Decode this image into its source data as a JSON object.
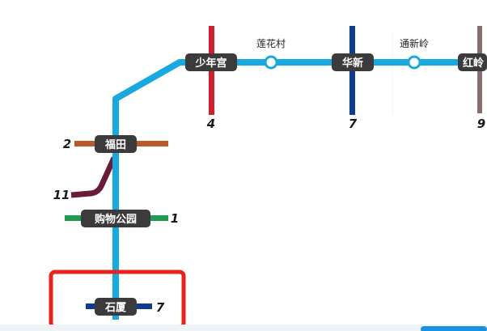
{
  "colors": {
    "main_line": "#18a9e0",
    "line_1": "#1f9a4e",
    "line_2": "#b85a2c",
    "line_4": "#d0202e",
    "line_7": "#0f3c8c",
    "line_9": "#8a6d6d",
    "line_11": "#6a1a3a",
    "label_bg": "#3b3b3b",
    "highlight": "#e8231c",
    "bottom_bar": "#eef3f8",
    "bottom_accent": "#1e8fe0"
  },
  "stations": {
    "shaoniangong": "少年宫",
    "lianhuacun": "莲花村",
    "huaxin": "华新",
    "tongxinling": "通新岭",
    "hongling": "红岭",
    "futian": "福田",
    "gouwugongyuan": "购物公园",
    "shixia": "石厦"
  },
  "line_numbers": {
    "shaoniangong_line": "4",
    "huaxin_line": "7",
    "hongling_line": "9",
    "futian_line": "2",
    "futian_branch_line": "11",
    "gouwugongyuan_line": "1",
    "shixia_line": "7"
  }
}
